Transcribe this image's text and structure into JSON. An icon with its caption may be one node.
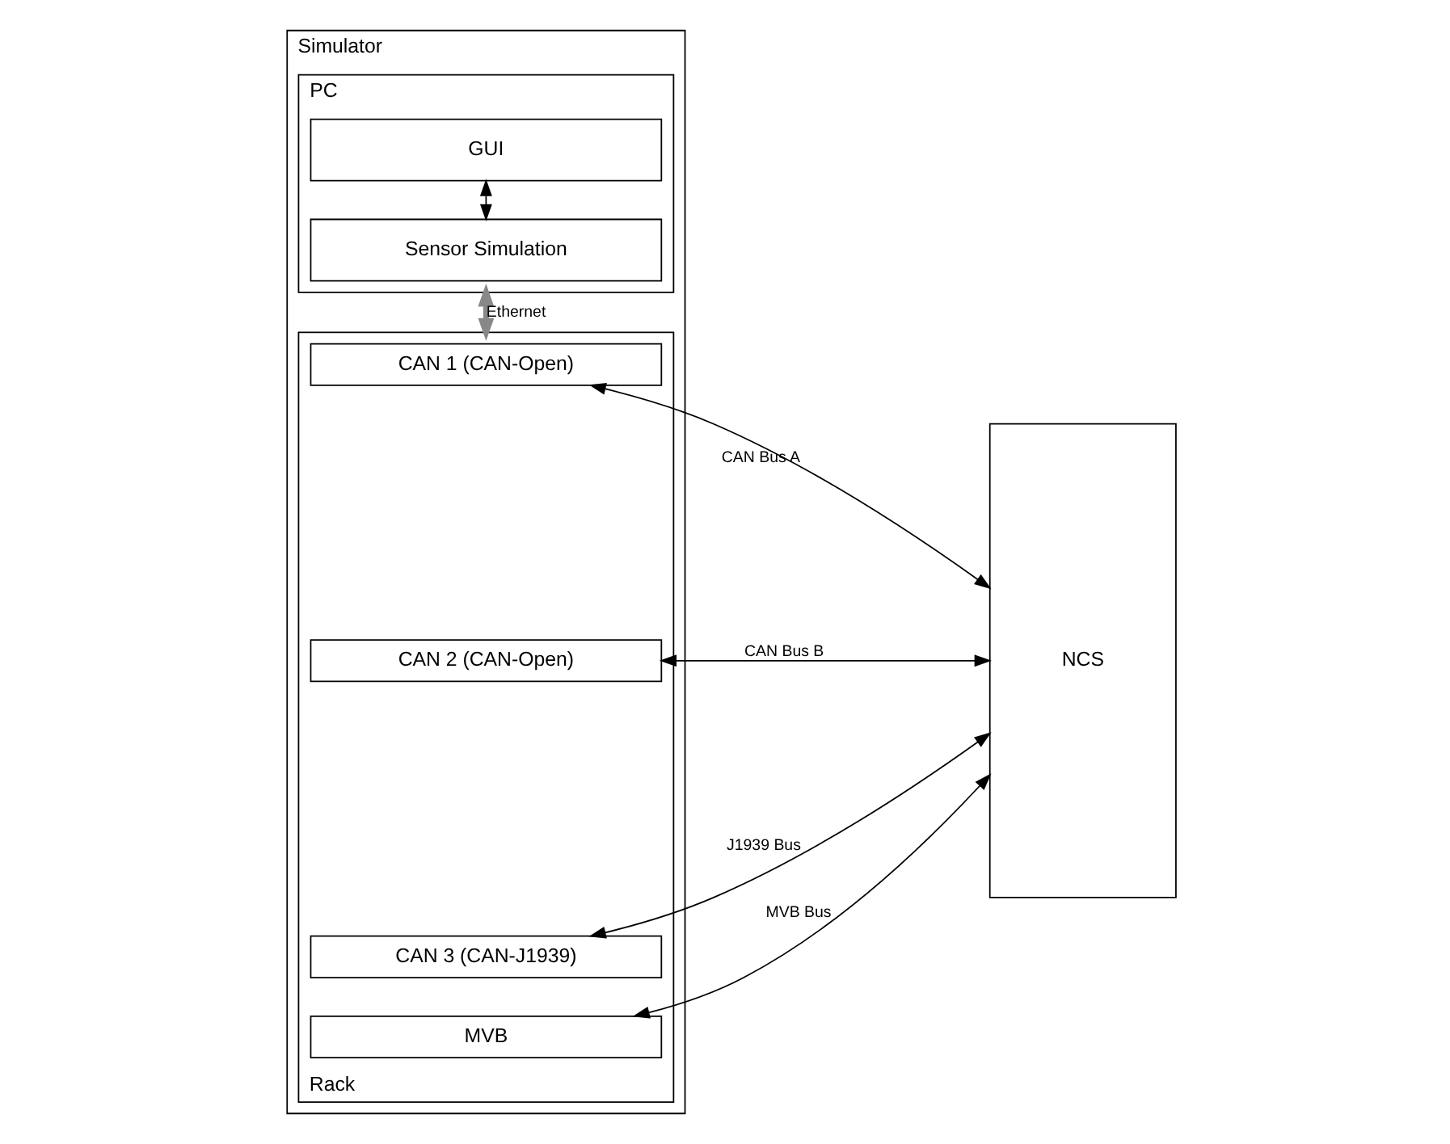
{
  "diagram": {
    "nodes": [
      {
        "text": [
          "Simulator"
        ]
      },
      {
        "text": [
          "PC"
        ],
        "in": 0
      },
      {
        "text": [
          "GUI"
        ],
        "in": 1
      },
      {
        "text": [
          "Sensor Simulation"
        ],
        "in": 1
      },
      {
        "text": [
          "Rack"
        ],
        "in": 0
      },
      {
        "text": [
          "CAN 1 (CAN-Open)"
        ],
        "in": 4
      },
      {
        "text": [
          "CAN 2 (CAN-Open)"
        ],
        "in": 4
      },
      {
        "text": [
          "CAN 3 (CAN-J1939)"
        ],
        "in": 4
      },
      {
        "text": [
          "MVB"
        ],
        "in": 4
      },
      {
        "text": [
          "NCS"
        ]
      }
    ],
    "edges": [
      {
        "from": 2,
        "to": 3,
        "arrow": "both"
      },
      {
        "from": 1,
        "to": 4,
        "arrow": "both",
        "label": "Ethernet",
        "style": "thick",
        "color": "#888888"
      },
      {
        "from": 5,
        "to": 9,
        "arrow": "both",
        "label": "CAN Bus A"
      },
      {
        "from": 6,
        "to": 9,
        "arrow": "both",
        "label": "CAN Bus B"
      },
      {
        "from": 7,
        "to": 9,
        "arrow": "both",
        "label": "J1939 Bus"
      },
      {
        "from": 8,
        "to": 9,
        "arrow": "both",
        "label": "MVB Bus"
      }
    ]
  }
}
